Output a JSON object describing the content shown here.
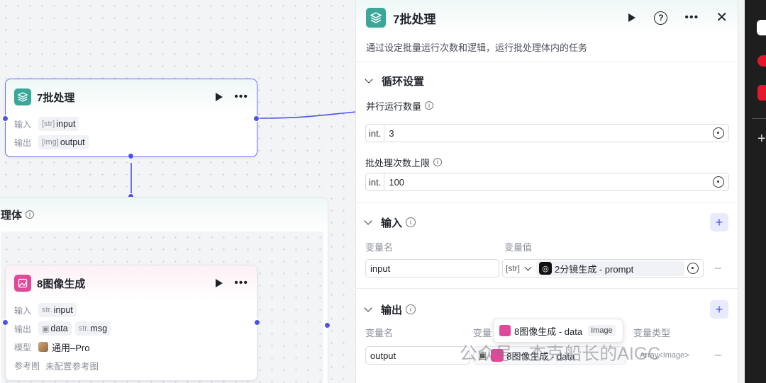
{
  "canvas": {
    "batch_node": {
      "title": "7批处理",
      "input_label": "输入",
      "input_type": "[str]",
      "input_name": "input",
      "output_label": "输出",
      "output_type": "[img]",
      "output_name": "output"
    },
    "body_group": {
      "title": "理体"
    },
    "image_node": {
      "title": "8图像生成",
      "input_label": "输入",
      "input_type": "str.",
      "input_name": "input",
      "output_label": "输出",
      "output1_name": "data",
      "output2_type": "str.",
      "output2_name": "msg",
      "model_label": "模型",
      "model_value": "通用–Pro",
      "ref_label": "参考图",
      "ref_value": "未配置参考图"
    }
  },
  "panel": {
    "title": "7批处理",
    "description": "通过设定批量运行次数和逻辑，运行批处理体内的任务",
    "loop_section": "循环设置",
    "parallel_label": "并行运行数量",
    "parallel_prefix": "int.",
    "parallel_value": "3",
    "limit_label": "批处理次数上限",
    "limit_prefix": "int.",
    "limit_value": "100",
    "input_section": "输入",
    "var_name_header": "变量名",
    "var_value_header": "变量值",
    "input_var_name": "input",
    "input_var_type": "[str]",
    "input_var_ref": "2分镜生成 - prompt",
    "output_section": "输出",
    "out_var_name_header": "变量名",
    "out_var_value_header": "变量",
    "out_var_type_header": "变量类型",
    "output_var_name": "output",
    "output_var_ref": "8图像生成 - data",
    "output_var_type": "Array<Image>",
    "tooltip_text": "8图像生成 - data",
    "tooltip_tag": "Image"
  },
  "watermark": "公众号 · 杰克船长的AIGC",
  "colors": {
    "accent": "#4d53e8",
    "batch_icon": "#3aa79a",
    "image_icon": "#e0489a"
  }
}
